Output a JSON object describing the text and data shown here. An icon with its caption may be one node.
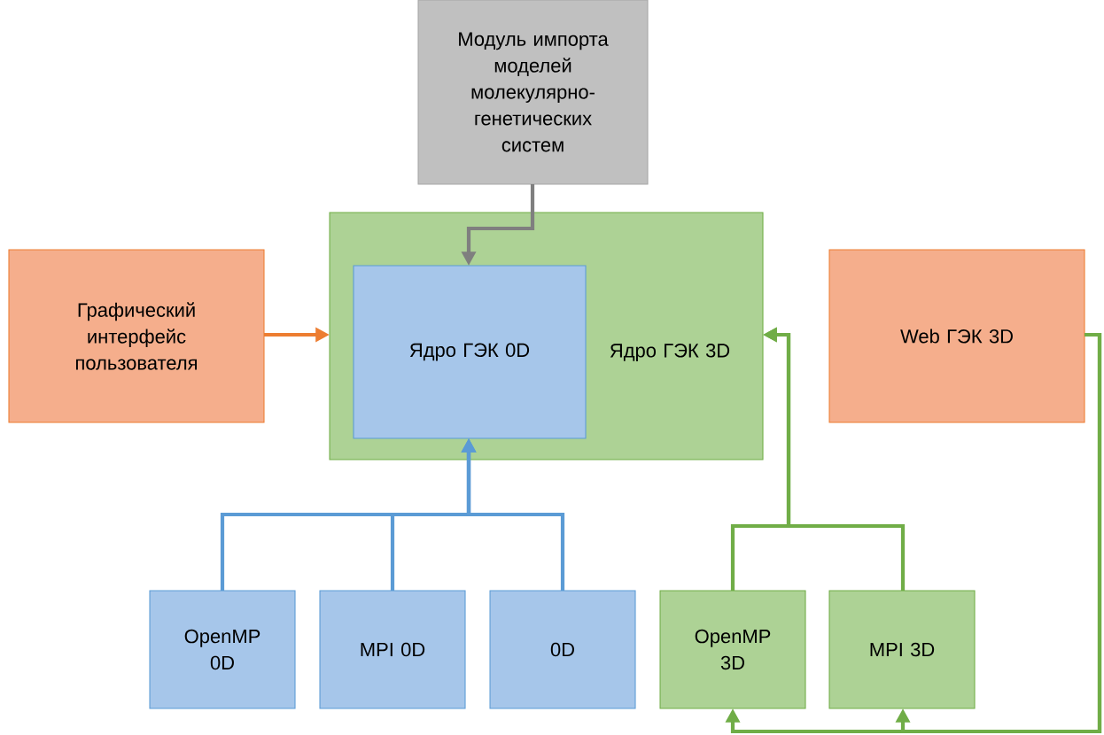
{
  "diagram": {
    "nodes": [
      {
        "text": [
          "Модуль импорта моделей молекулярно-генетических систем"
        ]
      },
      {
        "text": [
          "Графический интерфейс пользователя"
        ]
      },
      {
        "text": [
          "Ядро ГЭК 3D"
        ]
      },
      {
        "text": [
          "Ядро ГЭК 0D"
        ],
        "in": 2
      },
      {
        "text": [
          "Web ГЭК 3D"
        ]
      },
      {
        "text": [
          "OpenMP 0D"
        ]
      },
      {
        "text": [
          "MPI 0D"
        ]
      },
      {
        "text": [
          "0D"
        ]
      },
      {
        "text": [
          "OpenMP 3D"
        ]
      },
      {
        "text": [
          "MPI 3D"
        ]
      }
    ],
    "edges": [
      {
        "from": 0,
        "to": 3,
        "arrow": "to",
        "color": "#7f7f7f"
      },
      {
        "from": 1,
        "to": 2,
        "arrow": "to",
        "color": "#ed7d31"
      },
      {
        "from": 5,
        "to": 3,
        "arrow": "to",
        "color": "#5b9bd5"
      },
      {
        "from": 6,
        "to": 3,
        "arrow": "to",
        "color": "#5b9bd5"
      },
      {
        "from": 7,
        "to": 3,
        "arrow": "to",
        "color": "#5b9bd5"
      },
      {
        "from": 8,
        "to": 2,
        "arrow": "to",
        "color": "#70ad47"
      },
      {
        "from": 9,
        "to": 2,
        "arrow": "to",
        "color": "#70ad47"
      },
      {
        "from": 4,
        "to": 8,
        "arrow": "to",
        "color": "#70ad47"
      },
      {
        "from": 4,
        "to": 9,
        "arrow": "to",
        "color": "#70ad47"
      }
    ]
  }
}
